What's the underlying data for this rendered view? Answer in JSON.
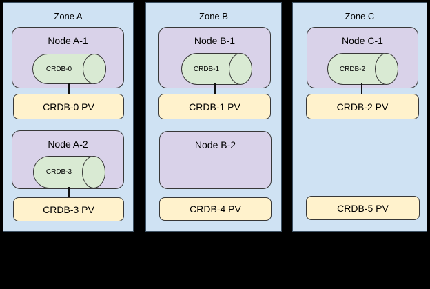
{
  "diagram": {
    "zones": [
      {
        "title": "Zone A",
        "nodes": [
          {
            "label": "Node A-1",
            "pod": {
              "label": "CRDB-0"
            }
          },
          {
            "label": "Node A-2",
            "pod": {
              "label": "CRDB-3"
            }
          }
        ],
        "pvs": [
          {
            "label": "CRDB-0 PV"
          },
          {
            "label": "CRDB-3 PV"
          }
        ]
      },
      {
        "title": "Zone B",
        "nodes": [
          {
            "label": "Node B-1",
            "pod": {
              "label": "CRDB-1"
            }
          },
          {
            "label": "Node B-2"
          }
        ],
        "pvs": [
          {
            "label": "CRDB-1 PV"
          },
          {
            "label": "CRDB-4 PV"
          }
        ]
      },
      {
        "title": "Zone C",
        "nodes": [
          {
            "label": "Node C-1",
            "pod": {
              "label": "CRDB-2"
            }
          }
        ],
        "pvs": [
          {
            "label": "CRDB-2 PV"
          },
          {
            "label": "CRDB-5 PV"
          }
        ]
      }
    ],
    "colors": {
      "background": "#000000",
      "zone_fill": "#cfe2f3",
      "node_fill": "#d9d2e9",
      "pod_fill": "#d9ead3",
      "pv_fill": "#fff2cc",
      "outline": "#383838",
      "text": "#000000"
    }
  }
}
